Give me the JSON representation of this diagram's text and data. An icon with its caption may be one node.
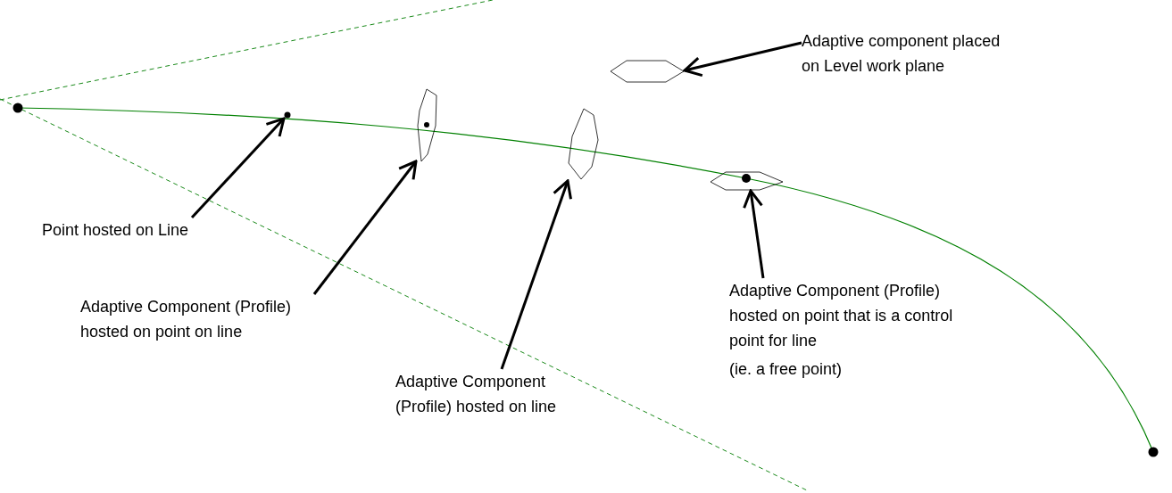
{
  "diagram": {
    "nodes": [
      {
        "text": [
          "Adaptive component placed on Level work plane"
        ]
      },
      {
        "text": [],
        "shape": "hexagon"
      },
      {
        "text": [],
        "shape": "circle"
      },
      {
        "text": [],
        "shape": "hexagon"
      },
      {
        "text": [],
        "shape": "hexagon"
      },
      {
        "text": [],
        "shape": "hexagon"
      },
      {
        "text": [
          "Point hosted on Line"
        ]
      },
      {
        "text": [
          "Adaptive Component (Profile) hosted on point on line"
        ]
      },
      {
        "text": [
          "Adaptive Component (Profile) hosted on point that is a control point for line",
          "(ie. a free point)"
        ]
      },
      {
        "text": [
          "Adaptive Component (Profile) hosted on line"
        ]
      }
    ],
    "edges": [
      {
        "from": 0,
        "to": 1,
        "arrow": "to"
      },
      {
        "from": 6,
        "to": 2,
        "arrow": "to"
      },
      {
        "from": 7,
        "to": 3,
        "arrow": "to"
      },
      {
        "from": 9,
        "to": 4,
        "arrow": "to"
      },
      {
        "from": 8,
        "to": 5,
        "arrow": "to"
      }
    ]
  }
}
